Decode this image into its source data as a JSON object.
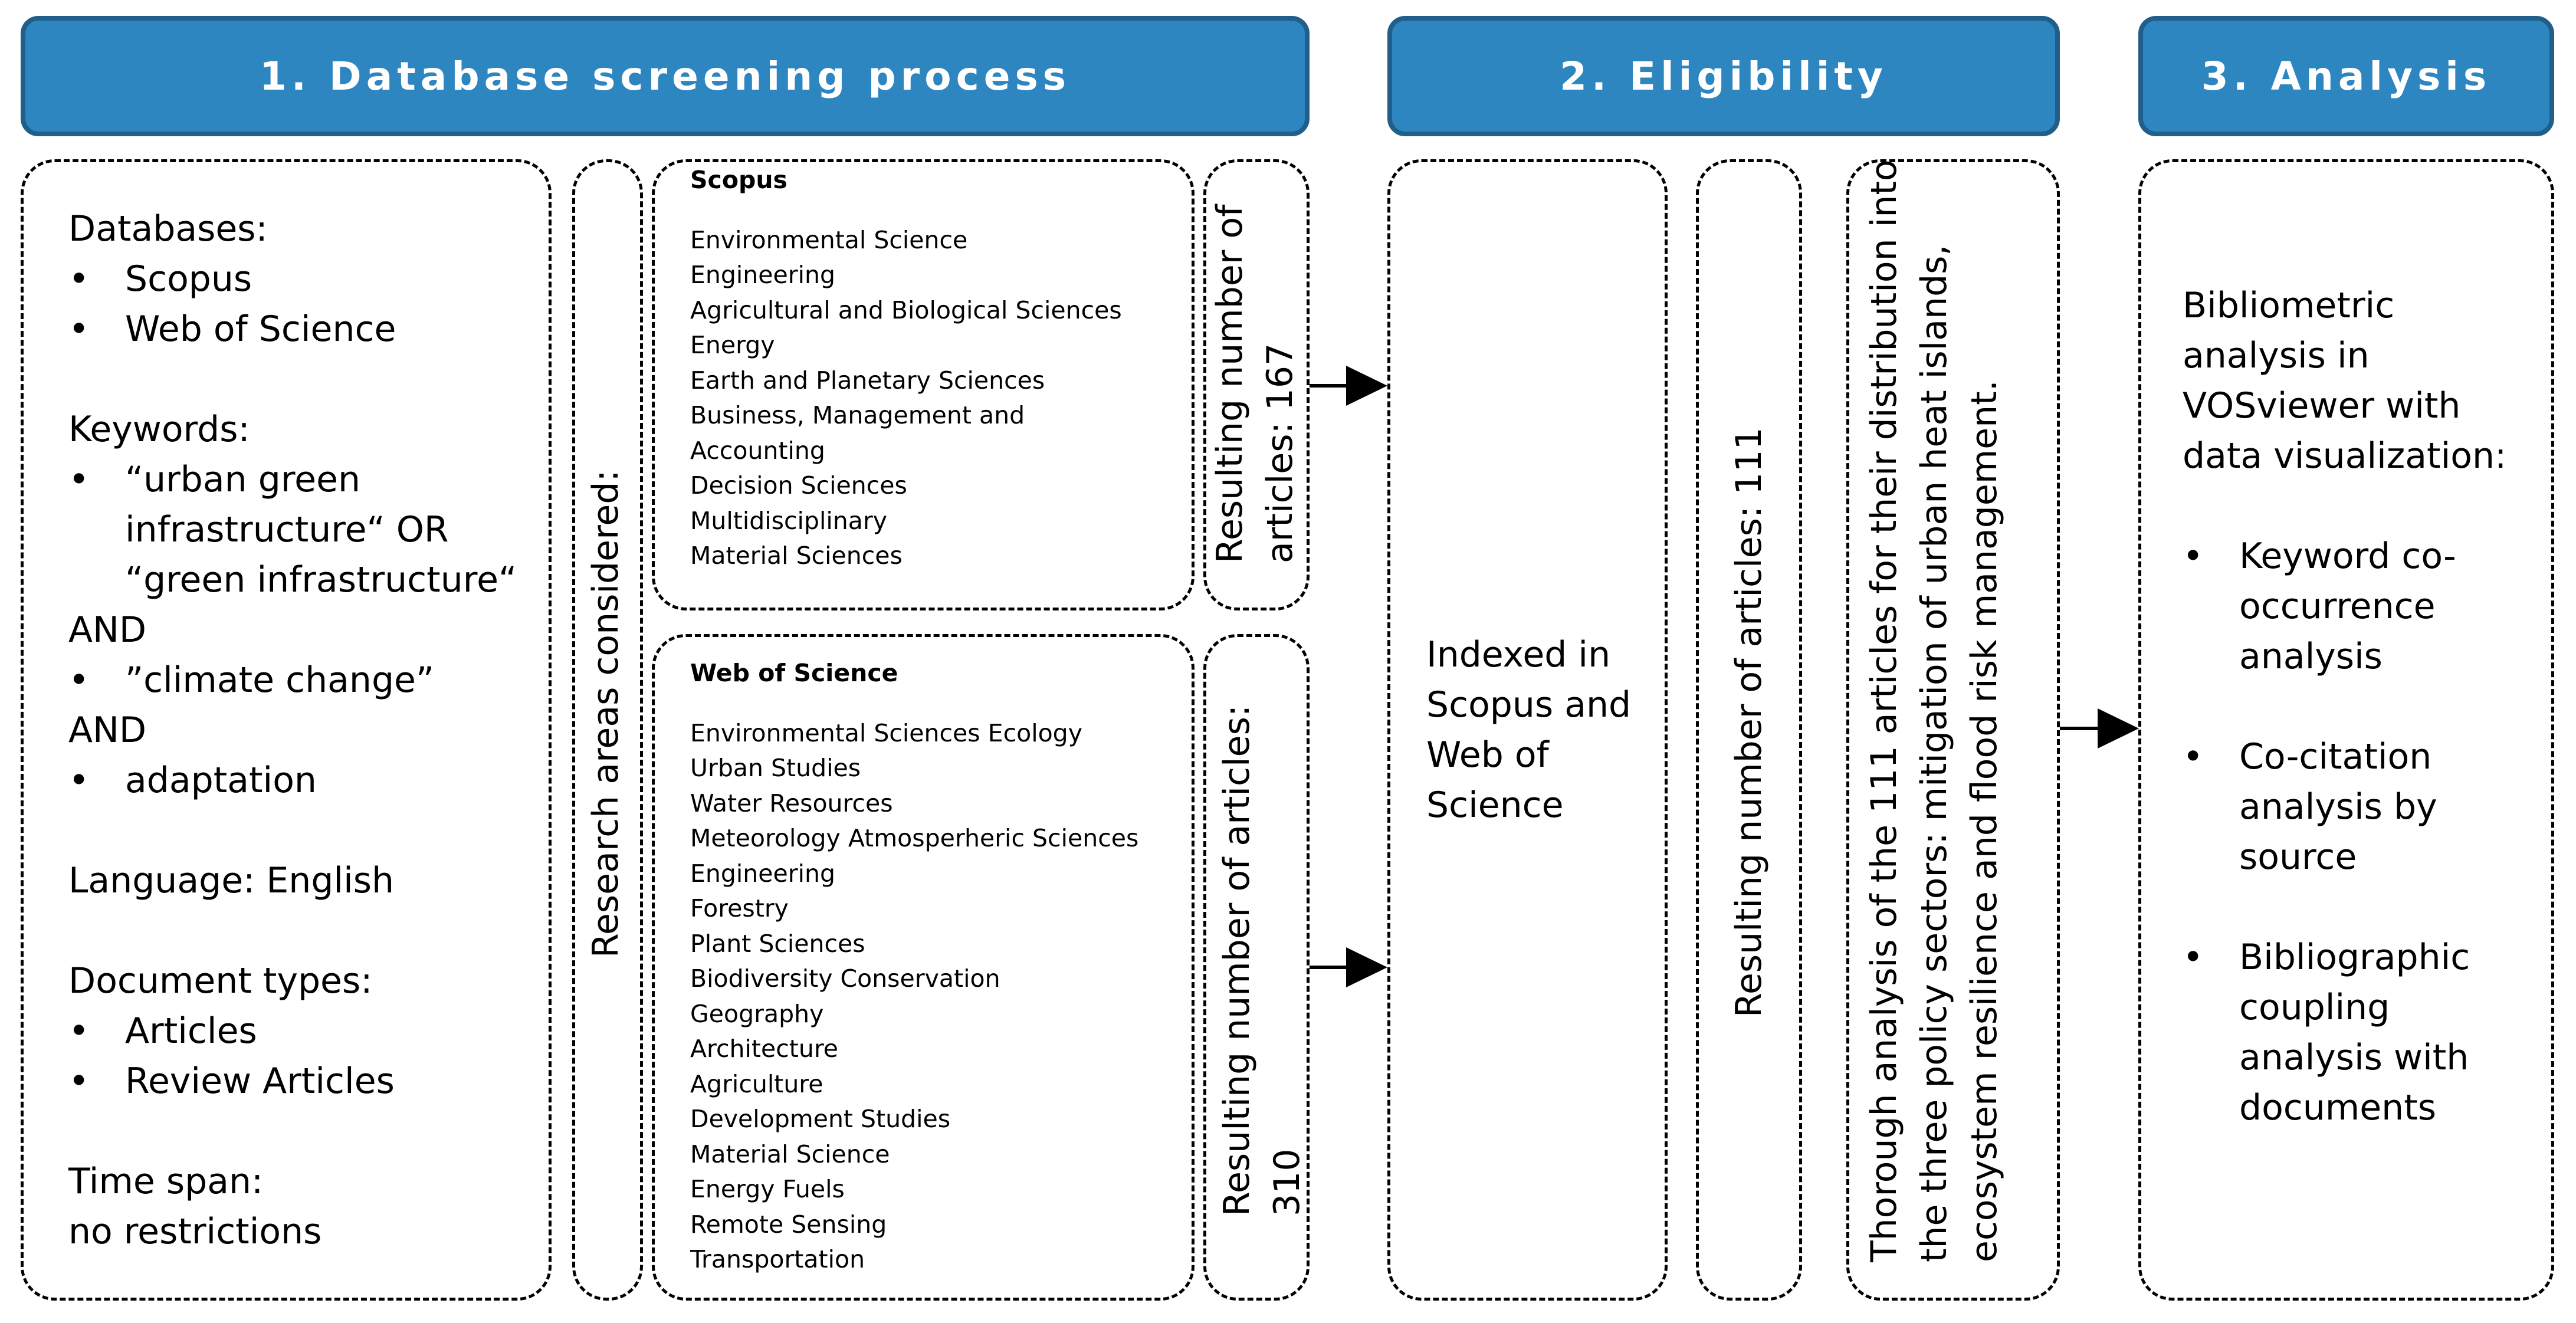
{
  "headers": {
    "screening": "1. Database screening process",
    "eligibility": "2. Eligibility",
    "analysis": "3. Analysis"
  },
  "criteria": {
    "databases_label": "Databases:",
    "databases": [
      "Scopus",
      "Web of Science"
    ],
    "keywords_label": "Keywords:",
    "kw1_line1": "“urban green",
    "kw1_line2": "infrastructure“ OR",
    "kw1_line3": "“green infrastructure“",
    "and1": "AND",
    "kw2": "”climate change”",
    "and2": "AND",
    "kw3": "adaptation",
    "language": "Language: English",
    "doctypes_label": "Document types:",
    "doctypes": [
      "Articles",
      "Review Articles"
    ],
    "timespan_label": "Time span:",
    "timespan_value": "no restrictions"
  },
  "research_areas_label": "Research areas considered:",
  "scopus": {
    "title": "Scopus",
    "areas": [
      "Environmental Science",
      "Engineering",
      "Agricultural and Biological Sciences",
      "Energy",
      "Earth and Planetary Sciences",
      "Business, Management and",
      "Accounting",
      "Decision Sciences",
      "Multidisciplinary",
      "Material Sciences"
    ],
    "result_line1": "Resulting number of",
    "result_line2": "articles:  167"
  },
  "wos": {
    "title": "Web of Science",
    "areas": [
      "Environmental Sciences Ecology",
      "Urban Studies",
      "Water Resources",
      "Meteorology Atmosperheric Sciences",
      "Engineering",
      "Forestry",
      "Plant Sciences",
      "Biodiversity Conservation",
      "Geography",
      "Architecture",
      "Agriculture",
      "Development Studies",
      "Material Science",
      "Energy Fuels",
      "Remote Sensing",
      "Transportation"
    ],
    "result_line1": "Resulting number of articles:",
    "result_line2": "310"
  },
  "eligibility": {
    "indexed_lines": [
      "Indexed in",
      "Scopus and",
      "Web of",
      "Science"
    ],
    "result": "Resulting number of articles: 111",
    "thorough_lines": [
      "Thorough analysis of the 111 articles for their distribution into",
      "the three policy sectors: mitigation of urban heat islands,",
      "ecosystem resilience and flood risk management."
    ]
  },
  "analysis": {
    "intro_lines": [
      "Bibliometric",
      "analysis in",
      "VOSviewer with",
      "data visualization:"
    ],
    "item1": [
      "Keyword co-",
      "occurrence",
      "analysis"
    ],
    "item2": [
      "Co-citation",
      "analysis by",
      "source"
    ],
    "item3": [
      "Bibliographic",
      "coupling",
      "analysis with",
      "documents"
    ]
  }
}
